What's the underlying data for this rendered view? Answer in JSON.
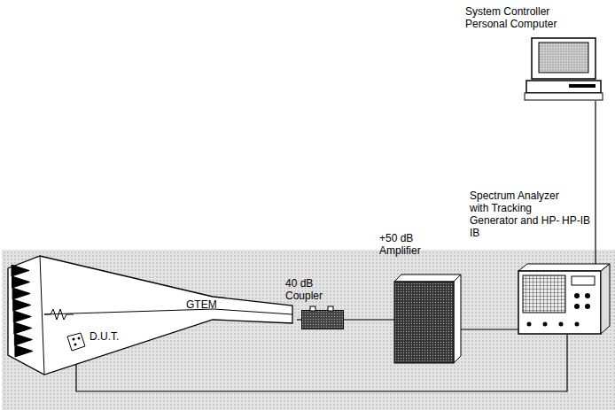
{
  "diagram": {
    "nodes": [
      {
        "text": [
          "System Controller Personal Computer"
        ]
      },
      {
        "text": [
          "Spectrum Analyzer with Tracking Generator and HP-IB"
        ]
      },
      {
        "text": [
          "GTEM"
        ]
      },
      {
        "text": [
          "D.U.T."
        ],
        "in": 2
      },
      {
        "text": [
          "40 dB Coupler"
        ]
      },
      {
        "text": [
          "+50 dB Amplifier"
        ]
      }
    ],
    "edges": [
      {
        "from": 0,
        "to": 1,
        "label": "HP-IB",
        "arrow": "none"
      },
      {
        "from": 2,
        "to": 4,
        "arrow": "none"
      },
      {
        "from": 4,
        "to": 5,
        "arrow": "none"
      },
      {
        "from": 5,
        "to": 1,
        "arrow": "none"
      },
      {
        "from": 3,
        "to": 1,
        "arrow": "none"
      }
    ]
  }
}
